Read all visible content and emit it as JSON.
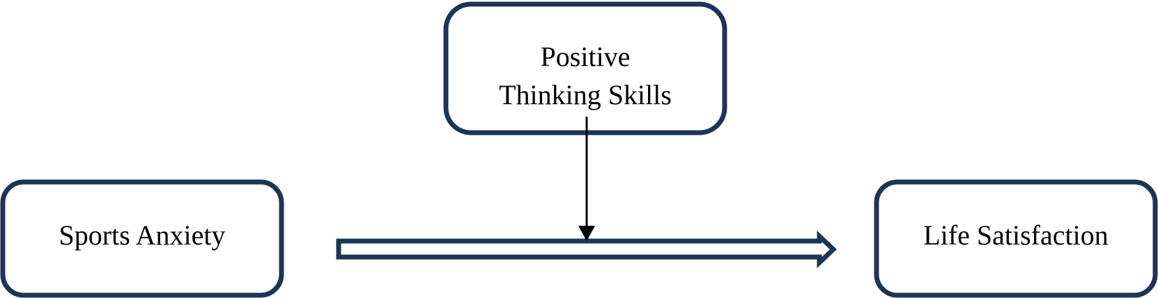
{
  "diagram": {
    "nodes": {
      "moderator": {
        "line1": "Positive",
        "line2": "Thinking Skills"
      },
      "predictor": {
        "label": "Sports Anxiety"
      },
      "outcome": {
        "label": "Life Satisfaction"
      }
    },
    "colors": {
      "box_border": "#1c3557",
      "text": "#000000",
      "moderator_arrow": "#000000",
      "background": "#ffffff"
    }
  }
}
